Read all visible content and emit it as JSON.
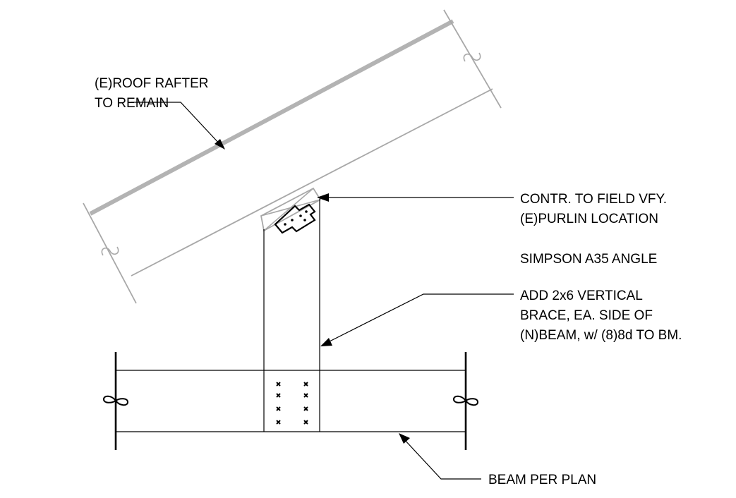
{
  "colors": {
    "ink": "#000000",
    "existing": "#b8b8b8",
    "existing_edge": "#a8a8a8",
    "background": "#ffffff"
  },
  "callouts": {
    "roof_rafter": {
      "line1": "(E)ROOF RAFTER",
      "line2": "TO REMAIN"
    },
    "purlin": {
      "line1": "CONTR. TO FIELD VFY.",
      "line2": "(E)PURLIN LOCATION"
    },
    "angle": {
      "line1": "SIMPSON A35 ANGLE"
    },
    "brace": {
      "line1": "ADD 2x6 VERTICAL",
      "line2": "BRACE, EA. SIDE OF",
      "line3": "(N)BEAM, w/ (8)8d TO BM."
    },
    "beam": {
      "line1": "BEAM PER PLAN"
    }
  },
  "icons": {
    "break_symbol": "break-line-icon",
    "nail": "nail-x-icon",
    "arrow": "arrowhead-icon",
    "angle_clip": "simpson-a35-angle-icon"
  }
}
